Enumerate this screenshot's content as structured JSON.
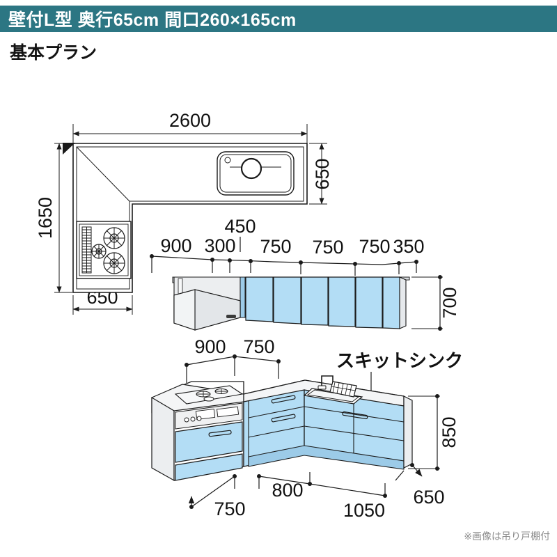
{
  "header": {
    "title": "壁付L型 奥行65cm 間口260×165cm",
    "banner_color": "#2c7683",
    "subtitle": "基本プラン"
  },
  "footnote": "※画像は吊り戸棚付",
  "colors": {
    "door_blue": "#b3ddf5",
    "door_blue_dark": "#9ccbe8",
    "panel_gray": "#eceef0",
    "panel_gray_dark": "#d8dcdf",
    "line": "#1a1a1a",
    "banner": "#2c7683",
    "footnote": "#8d8d8d"
  },
  "plan_view": {
    "name": "top-down-plan",
    "overall_width": "2600",
    "overall_depth": "1650",
    "counter_depth_right": "650",
    "counter_depth_left": "650",
    "appliances": [
      "sink",
      "gas-cooktop-3-burner"
    ]
  },
  "wall_cabinets": {
    "height": "700",
    "segments": [
      "900",
      "300",
      "450",
      "750",
      "750",
      "750",
      "350"
    ],
    "appliances": [
      "range-hood"
    ]
  },
  "counter_top": {
    "segments": [
      "900",
      "750"
    ],
    "sink_label": "スキットシンク"
  },
  "base_cabinets": {
    "height": "850",
    "depth": "650",
    "segments": [
      "750",
      "800",
      "1050"
    ]
  },
  "dimensions": {
    "d2600": "2600",
    "d1650": "1650",
    "d650_plan_right": "650",
    "d650_plan_bottom": "650",
    "d900_wall": "900",
    "d300_wall": "300",
    "d450_wall": "450",
    "d750a_wall": "750",
    "d750b_wall": "750",
    "d750c_wall": "750",
    "d350_wall": "350",
    "d700": "700",
    "d900_top": "900",
    "d750_top": "750",
    "d850": "850",
    "d750_bot": "750",
    "d800_bot": "800",
    "d1050_bot": "1050",
    "d650_bot": "650"
  }
}
